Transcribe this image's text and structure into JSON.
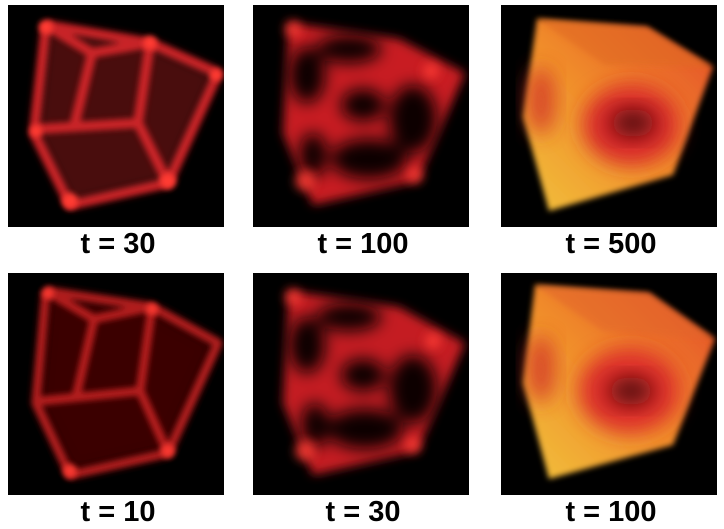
{
  "figure": {
    "panels": [
      {
        "label": "t = 30",
        "stage": "frame"
      },
      {
        "label": "t = 100",
        "stage": "holes"
      },
      {
        "label": "t = 500",
        "stage": "filled"
      },
      {
        "label": "t = 10",
        "stage": "frame"
      },
      {
        "label": "t = 30",
        "stage": "holes"
      },
      {
        "label": "t = 100",
        "stage": "filled"
      }
    ]
  },
  "colors": {
    "background": "#000000",
    "edge_red": "#e0282a",
    "dark_red": "#7a0c0e",
    "warm_orange": "#f08a2a",
    "yellow": "#f2c23c"
  }
}
